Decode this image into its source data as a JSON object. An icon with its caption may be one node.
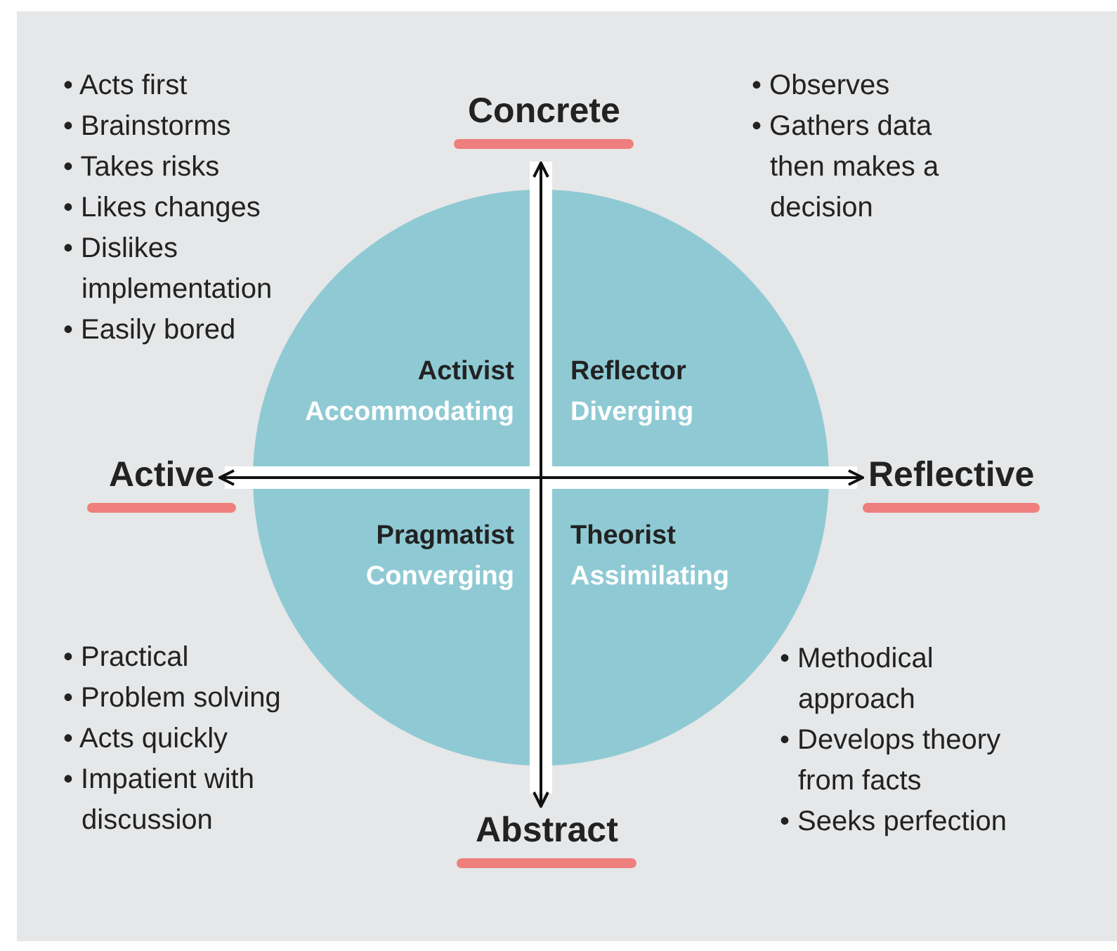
{
  "diagram": {
    "nodes": [
      {
        "text": [
          "Concrete"
        ]
      },
      {
        "text": [
          "Activist",
          "Accommodating"
        ]
      },
      {
        "text": [
          "Reflector",
          "Diverging"
        ]
      },
      {
        "text": [
          "Active"
        ]
      },
      {
        "text": [
          "Reflective"
        ]
      },
      {
        "text": [
          "Pragmatist",
          "Converging"
        ]
      },
      {
        "text": [
          "Theorist",
          "Assimilating"
        ]
      },
      {
        "text": [
          "Abstract"
        ]
      }
    ],
    "edges": [
      {
        "from": 0,
        "to": 7,
        "arrow": "both"
      },
      {
        "from": 3,
        "to": 4,
        "arrow": "both"
      }
    ],
    "labels": [
      "• Acts first",
      "• Brainstorms",
      "• Takes risks",
      "• Likes changes",
      "• Dislikes implementation",
      "• Easily bored",
      "• Observes",
      "• Gathers data then makes a decision",
      "• Practical",
      "• Problem solving",
      "• Acts quickly",
      "• Impatient with discussion",
      "• Methodical approach",
      "• Develops theory from facts",
      "• Seeks perfection"
    ]
  }
}
